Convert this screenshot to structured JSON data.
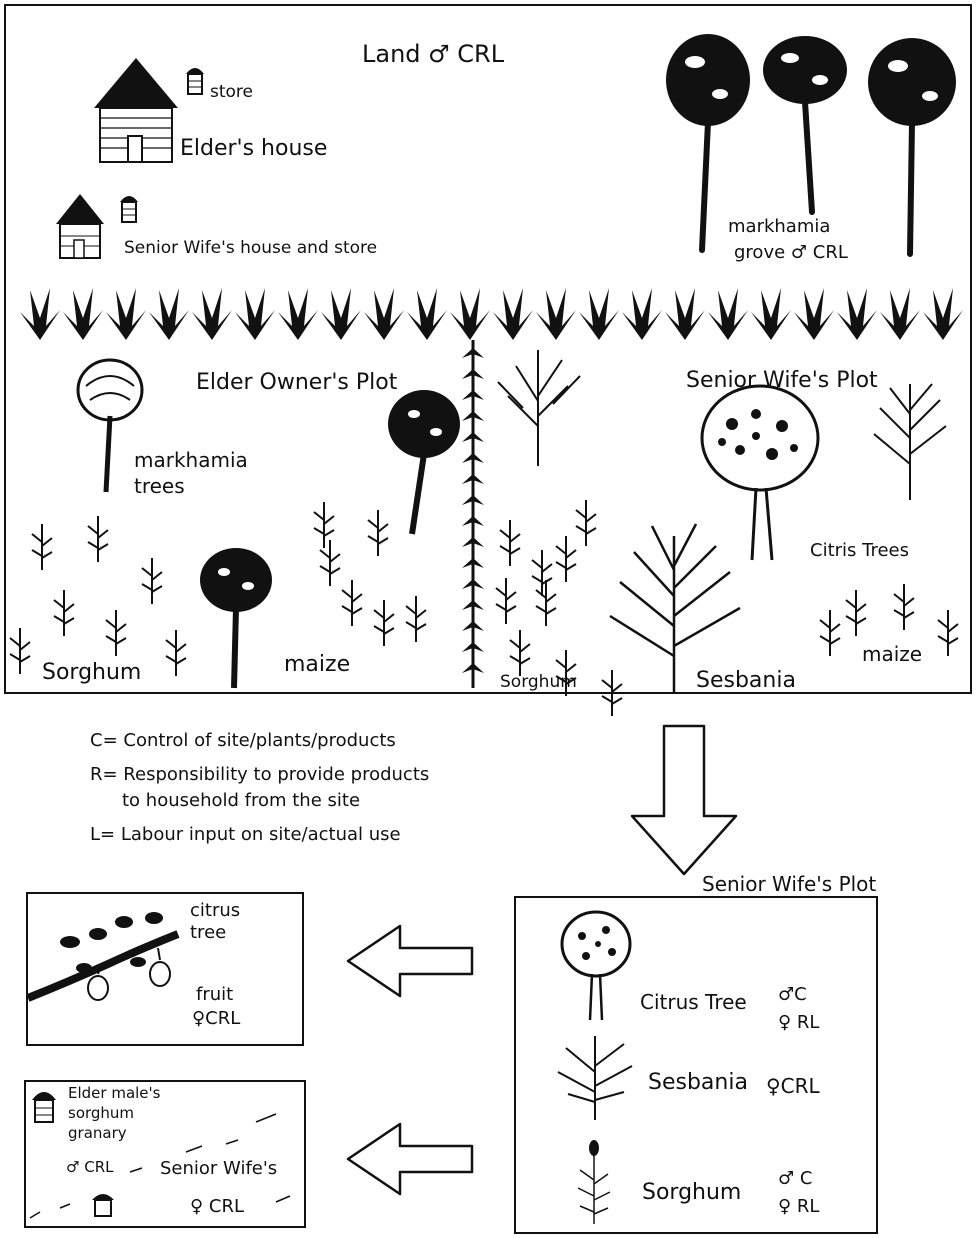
{
  "top_map": {
    "land_label": "Land ♂ CRL",
    "store_label": "store",
    "elders_house_label": "Elder's house",
    "senior_wife_house_label": "Senior Wife's house and store",
    "grove_label_line1": "markhamia",
    "grove_label_line2": "grove ♂ CRL",
    "elder_plot_label": "Elder Owner's Plot",
    "senior_wife_plot_label": "Senior Wife's Plot",
    "markhamia_trees_line1": "markhamia",
    "markhamia_trees_line2": "trees",
    "sorghum_left": "Sorghum",
    "maize_left": "maize",
    "sorghum_mid": "Sorghum",
    "sesbania_label": "Sesbania",
    "citrus_trees_label": "Citris Trees",
    "maize_right": "maize"
  },
  "legend": {
    "c_line": "C= Control of site/plants/products",
    "r_line1": "R= Responsibility to provide products",
    "r_line2": "to household from the site",
    "l_line": "L= Labour input on site/actual use"
  },
  "senior_wife_panel": {
    "title": "Senior Wife's Plot",
    "citrus_label": "Citrus Tree",
    "citrus_male": "♂C",
    "citrus_female": "♀ RL",
    "sesbania_label": "Sesbania",
    "sesbania_rights": "♀CRL",
    "sorghum_label": "Sorghum",
    "sorghum_male": "♂ C",
    "sorghum_female": "♀ RL"
  },
  "citrus_panel": {
    "line1": "citrus",
    "line2": "tree",
    "fruit": "fruit",
    "rights": "♀CRL"
  },
  "granary_panel": {
    "line1": "Elder male's",
    "line2": "sorghum",
    "line3": "granary",
    "male_rights": "♂ CRL",
    "wife_label": "Senior Wife's",
    "wife_rights": "♀ CRL"
  }
}
